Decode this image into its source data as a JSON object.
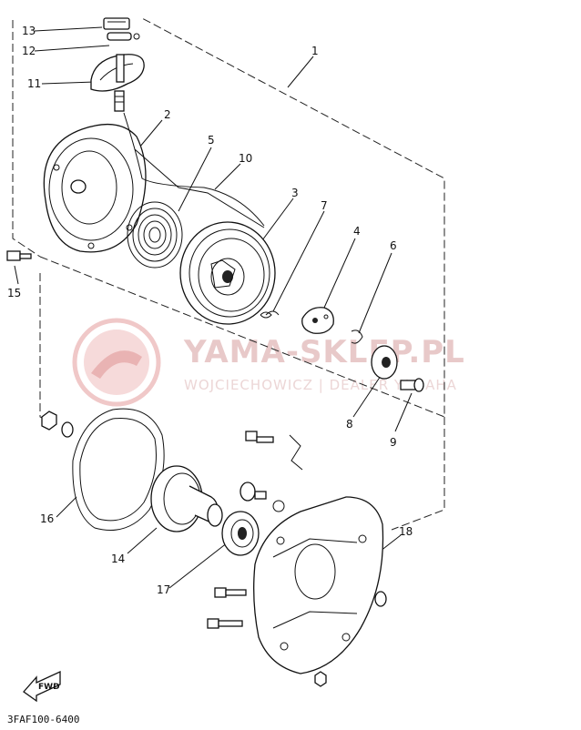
{
  "watermark": {
    "brand": "YAMA-SKLEP.PL",
    "subtitle": "WOJCIECHOWICZ | DEALER YAMAHA"
  },
  "diagram_code": "3FAF100-6400",
  "fwd_label": "FWD",
  "callouts": {
    "c1": "1",
    "c2": "2",
    "c3": "3",
    "c4": "4",
    "c5": "5",
    "c6": "6",
    "c7": "7",
    "c8": "8",
    "c9": "9",
    "c10": "10",
    "c11": "11",
    "c12": "12",
    "c13": "13",
    "c14": "14",
    "c15": "15",
    "c16": "16",
    "c17": "17",
    "c18": "18"
  }
}
